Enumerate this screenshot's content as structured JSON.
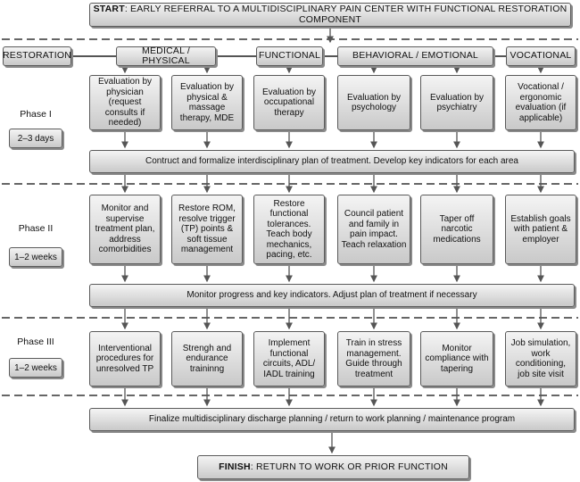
{
  "start": {
    "bold": "START",
    "rest": ": EARLY REFERRAL TO A MULTIDISCIPLINARY PAIN CENTER WITH FUNCTIONAL RESTORATION COMPONENT"
  },
  "headers": [
    "RESTORATION",
    "MEDICAL / PHYSICAL",
    "FUNCTIONAL",
    "BEHAVIORAL / EMOTIONAL",
    "VOCATIONAL"
  ],
  "phases": [
    {
      "label": "Phase I",
      "duration": "2–3 days"
    },
    {
      "label": "Phase II",
      "duration": "1–2 weeks"
    },
    {
      "label": "Phase III",
      "duration": "1–2 weeks"
    }
  ],
  "phase1": [
    "Evaluation by physician (request consults if needed)",
    "Evaluation by physical & massage therapy, MDE",
    "Evaluation by occupational therapy",
    "Evaluation by psychology",
    "Evaluation by psychiatry",
    "Vocational / ergonomic evaluation (if applicable)"
  ],
  "phase1_bar": "Contruct and formalize interdisciplinary plan of treatment. Develop key indicators for each area",
  "phase2": [
    "Monitor and supervise treatment plan, address comorbidities",
    "Restore ROM, resolve trigger (TP) points & soft tissue management",
    "Restore functional tolerances. Teach body mechanics, pacing, etc.",
    "Council patient and family in pain impact. Teach relaxation",
    "Taper off narcotic medications",
    "Establish goals with patient & employer"
  ],
  "phase2_bar": "Monitor progress and key indicators. Adjust plan of treatment if necessary",
  "phase3": [
    "Interventional procedures for unresolved TP",
    "Strengh and endurance traininng",
    "Implement functional circuits, ADL/ IADL training",
    "Train in stress management. Guide through treatment",
    "Monitor compliance with tapering",
    "Job simulation, work conditioning, job site visit"
  ],
  "phase3_bar": "Finalize multidisciplinary discharge planning / return to work planning / maintenance program",
  "finish": {
    "bold": "FINISH",
    "rest": ": RETURN TO WORK OR PRIOR FUNCTION"
  }
}
